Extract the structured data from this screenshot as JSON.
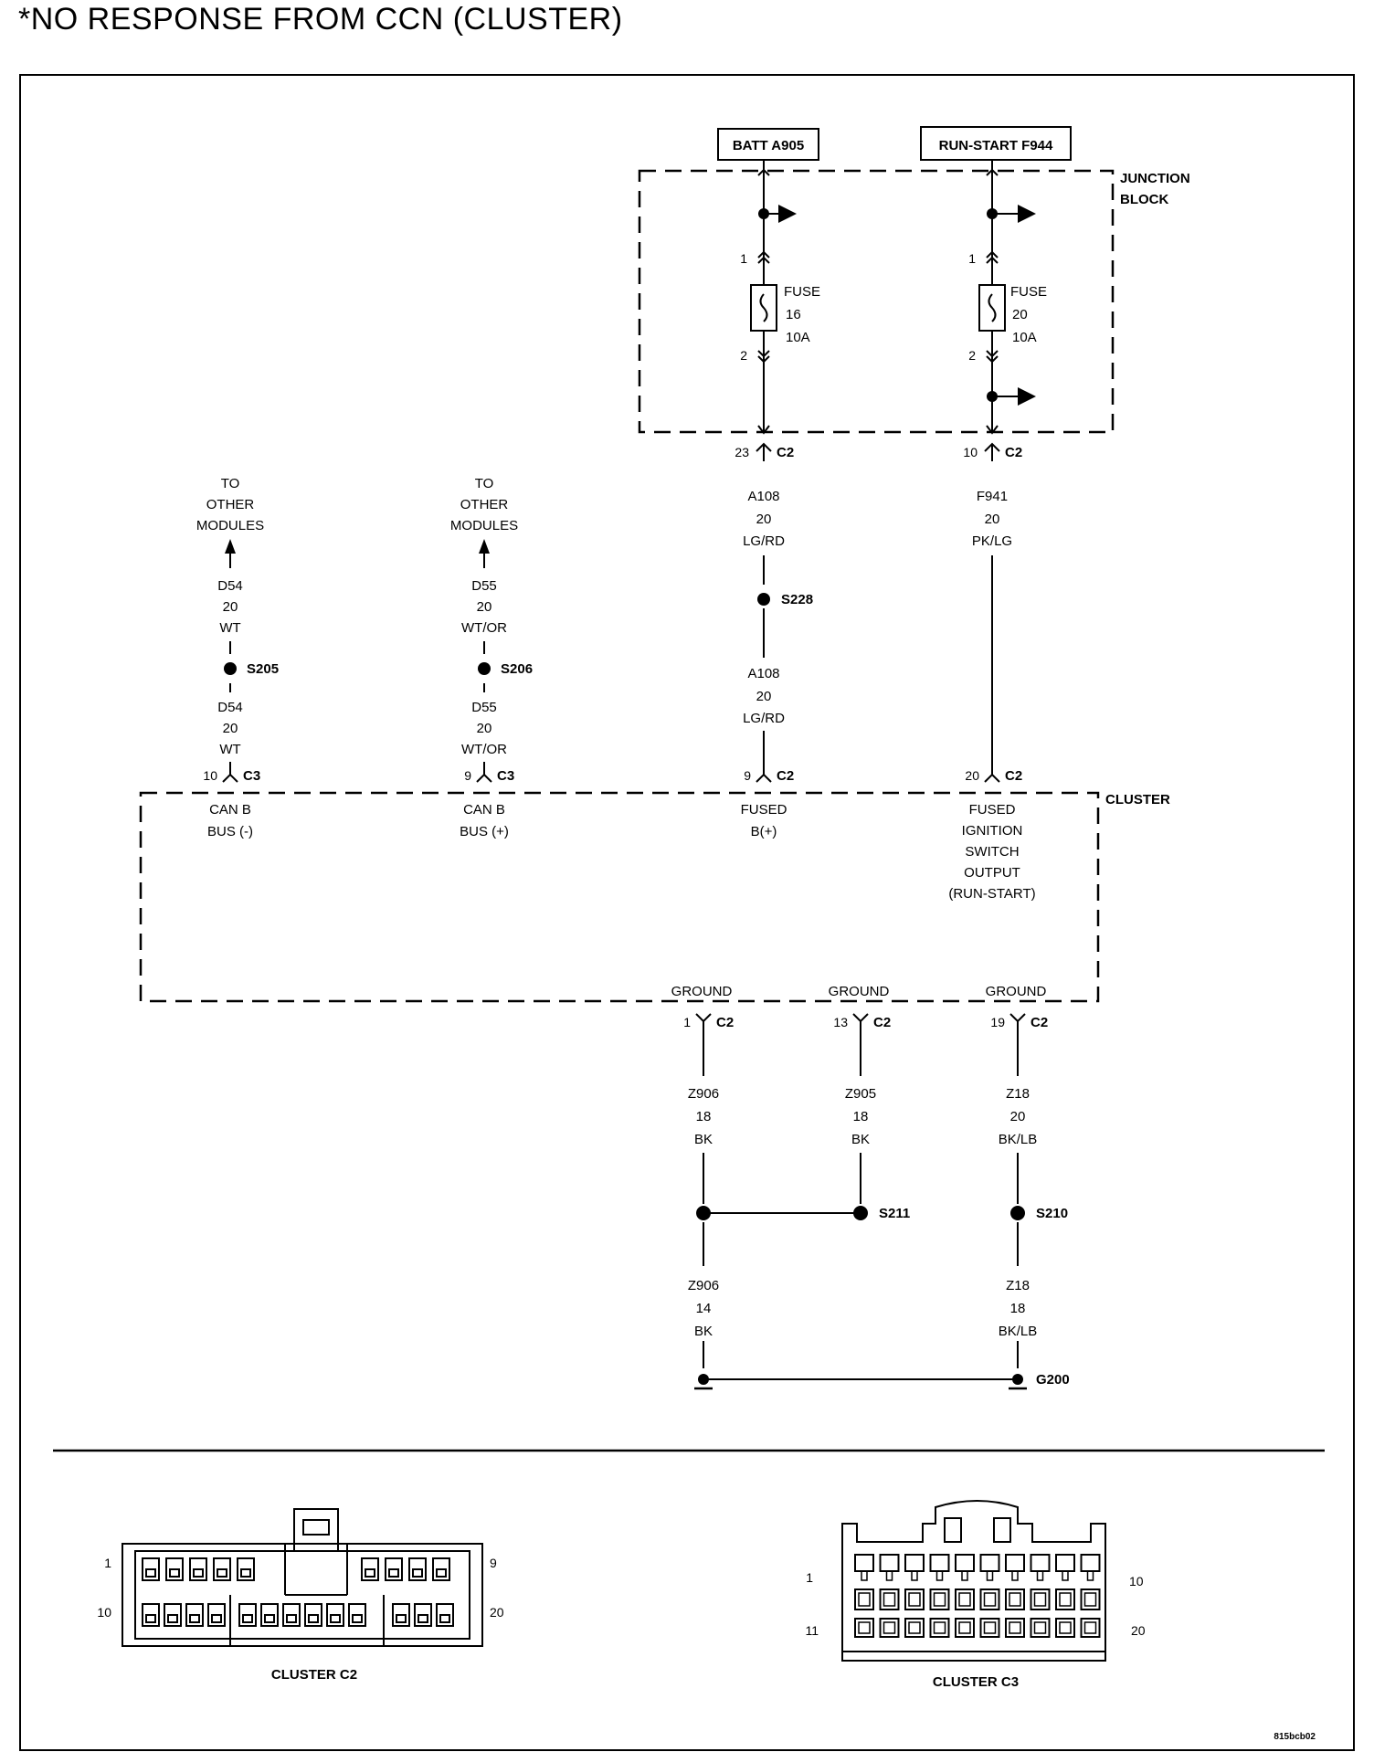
{
  "title": "*NO RESPONSE FROM CCN (CLUSTER)",
  "junction_block": {
    "label_line1": "JUNCTION",
    "label_line2": "BLOCK"
  },
  "sources": [
    {
      "name": "BATT A905"
    },
    {
      "name": "RUN-START F944"
    }
  ],
  "fuses": [
    {
      "pin_in": "1",
      "pin_out": "2",
      "line1": "FUSE",
      "line2": "16",
      "line3": "10A"
    },
    {
      "pin_in": "1",
      "pin_out": "2",
      "line1": "FUSE",
      "line2": "20",
      "line3": "10A"
    }
  ],
  "connectors": {
    "c2_23": {
      "pin": "23",
      "conn": "C2"
    },
    "c2_10": {
      "pin": "10",
      "conn": "C2"
    },
    "c3_10": {
      "pin": "10",
      "conn": "C3"
    },
    "c3_9": {
      "pin": "9",
      "conn": "C3"
    },
    "c2_9": {
      "pin": "9",
      "conn": "C2"
    },
    "c2_20": {
      "pin": "20",
      "conn": "C2"
    },
    "c2_1": {
      "pin": "1",
      "conn": "C2"
    },
    "c2_13": {
      "pin": "13",
      "conn": "C2"
    },
    "c2_19": {
      "pin": "19",
      "conn": "C2"
    }
  },
  "wires": {
    "a108_upper": [
      "A108",
      "20",
      "LG/RD"
    ],
    "a108_lower": [
      "A108",
      "20",
      "LG/RD"
    ],
    "f941": [
      "F941",
      "20",
      "PK/LG"
    ],
    "d54_upper": [
      "D54",
      "20",
      "WT"
    ],
    "d54_lower": [
      "D54",
      "20",
      "WT"
    ],
    "d55_upper": [
      "D55",
      "20",
      "WT/OR"
    ],
    "d55_lower": [
      "D55",
      "20",
      "WT/OR"
    ],
    "z906_upper": [
      "Z906",
      "18",
      "BK"
    ],
    "z905": [
      "Z905",
      "18",
      "BK"
    ],
    "z18_upper": [
      "Z18",
      "20",
      "BK/LB"
    ],
    "z906_lower": [
      "Z906",
      "14",
      "BK"
    ],
    "z18_lower": [
      "Z18",
      "18",
      "BK/LB"
    ]
  },
  "to_other_modules": [
    "TO",
    "OTHER",
    "MODULES"
  ],
  "splices": {
    "s228": "S228",
    "s205": "S205",
    "s206": "S206",
    "s211": "S211",
    "s210": "S210"
  },
  "ground": "G200",
  "cluster": {
    "label": "CLUSTER",
    "can_b_minus": [
      "CAN B",
      "BUS (-)"
    ],
    "can_b_plus": [
      "CAN B",
      "BUS (+)"
    ],
    "fused_b": [
      "FUSED",
      "B(+)"
    ],
    "fused_ign": [
      "FUSED",
      "IGNITION",
      "SWITCH",
      "OUTPUT",
      "(RUN-START)"
    ],
    "ground_labels": [
      "GROUND",
      "GROUND",
      "GROUND"
    ]
  },
  "connector_views": {
    "c2": {
      "label": "CLUSTER C2",
      "pin_tl": "1",
      "pin_tr": "9",
      "pin_bl": "10",
      "pin_br": "20"
    },
    "c3": {
      "label": "CLUSTER C3",
      "pin_tl": "1",
      "pin_tr": "10",
      "pin_bl": "11",
      "pin_br": "20"
    }
  },
  "footer_code": "815bcb02"
}
